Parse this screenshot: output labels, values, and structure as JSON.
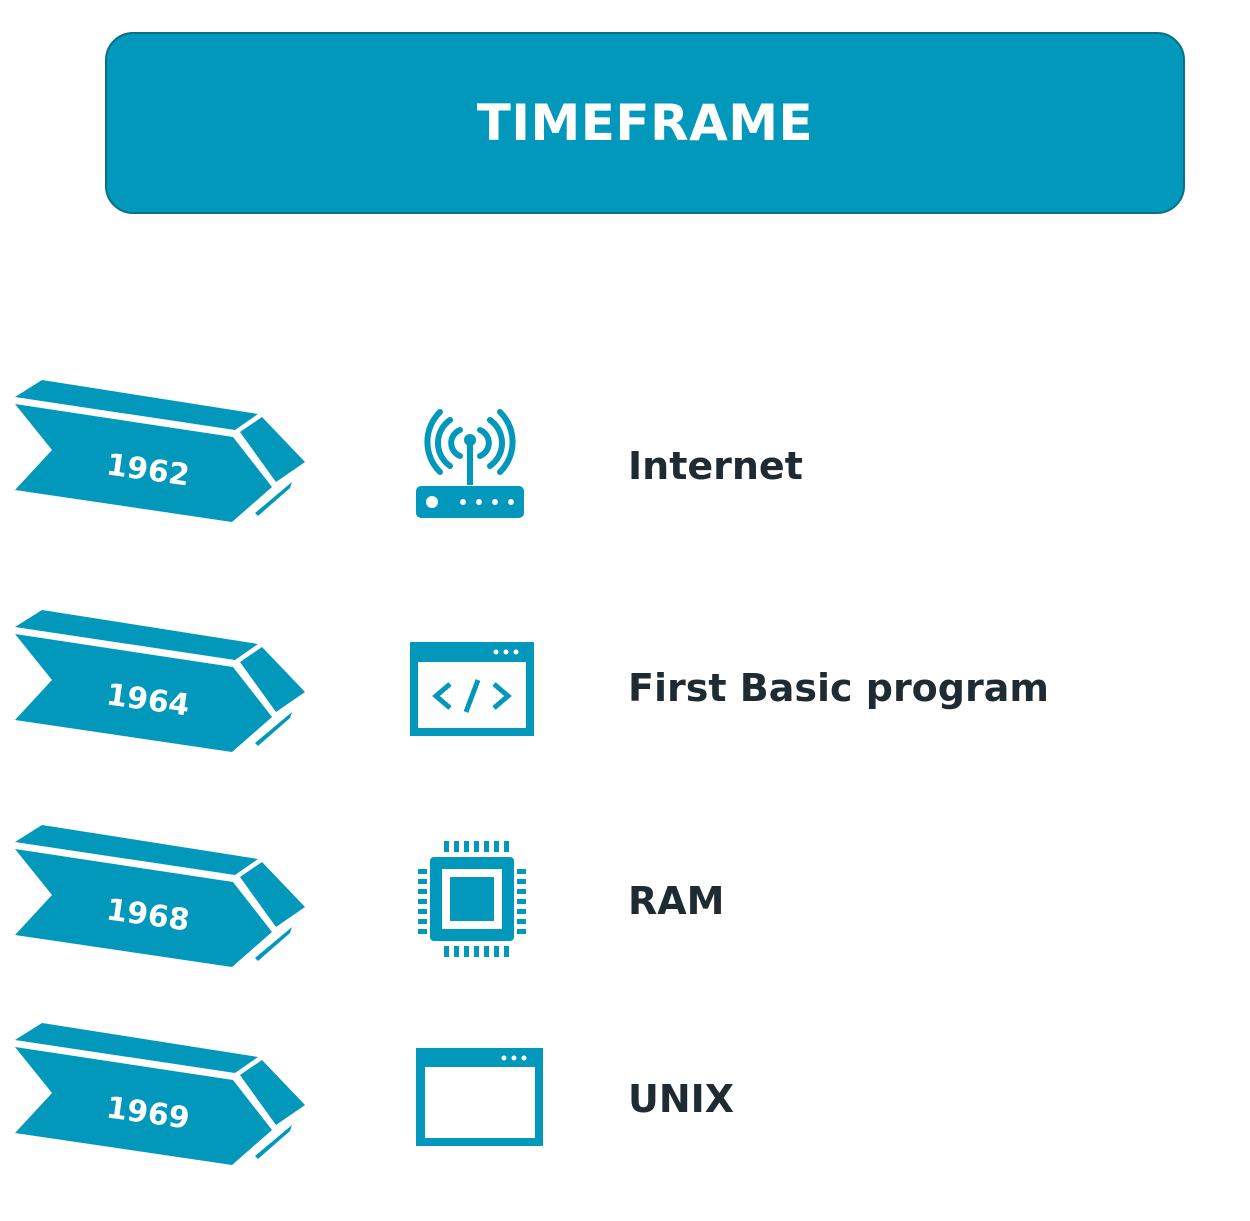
{
  "header": {
    "title": "TIMEFRAME"
  },
  "accent_color": "#0198bb",
  "events": [
    {
      "year": "1962",
      "label": "Internet",
      "icon": "router-icon"
    },
    {
      "year": "1964",
      "label": "First Basic program",
      "icon": "code-window-icon"
    },
    {
      "year": "1968",
      "label": "RAM",
      "icon": "chip-icon"
    },
    {
      "year": "1969",
      "label": "UNIX",
      "icon": "window-icon"
    }
  ]
}
